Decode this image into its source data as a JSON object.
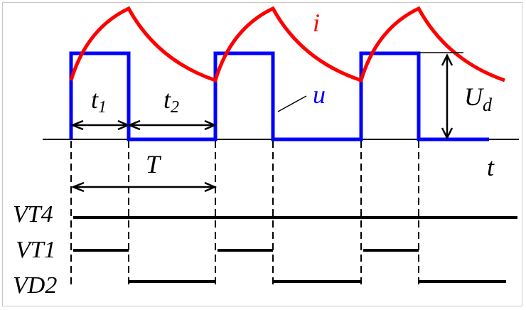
{
  "labels": {
    "current": "i",
    "voltage": "u",
    "t1": "t",
    "t1_sub": "1",
    "t2": "t",
    "t2_sub": "2",
    "period": "T",
    "amplitude": "U",
    "amplitude_sub": "d",
    "time_axis": "t",
    "vt4": "VT4",
    "vt1": "VT1",
    "vd2": "VD2"
  },
  "colors": {
    "current": "#ff0000",
    "voltage": "#0000ff",
    "lines": "#000000"
  },
  "waveform": {
    "periods": 3,
    "duty": 0.4
  }
}
